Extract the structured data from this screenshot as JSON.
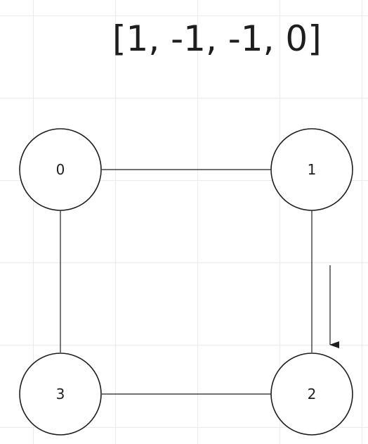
{
  "title": "[1, -1, -1, 0]",
  "nodes": [
    {
      "id": "0",
      "label": "0"
    },
    {
      "id": "1",
      "label": "1"
    },
    {
      "id": "2",
      "label": "2"
    },
    {
      "id": "3",
      "label": "3"
    }
  ],
  "edges": [
    {
      "from": "0",
      "to": "1"
    },
    {
      "from": "1",
      "to": "2"
    },
    {
      "from": "2",
      "to": "3"
    },
    {
      "from": "3",
      "to": "0"
    }
  ],
  "traversal_arrow": {
    "from": "1",
    "to": "2"
  },
  "colors": {
    "stroke": "#1e1e1e",
    "grid": "#ebebeb",
    "background": "#ffffff"
  }
}
